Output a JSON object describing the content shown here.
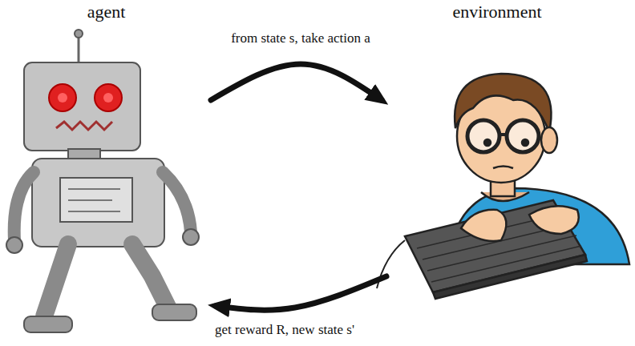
{
  "diagram": {
    "nodes": [
      {
        "text": [
          "agent"
        ]
      },
      {
        "text": [
          "environment"
        ]
      }
    ],
    "edges": [
      {
        "from": 0,
        "to": 1,
        "label": "from state s, take action a",
        "arrow": "to"
      },
      {
        "from": 1,
        "to": 0,
        "label": "get reward R, new state s'",
        "arrow": "to"
      }
    ]
  }
}
